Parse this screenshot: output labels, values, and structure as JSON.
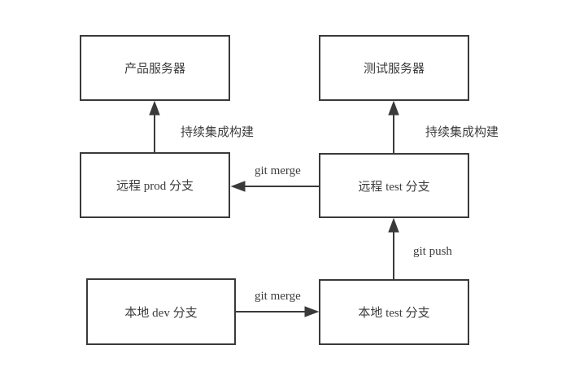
{
  "diagram": {
    "background_color": "#ffffff",
    "stroke_color": "#3a3a3a",
    "text_color": "#3d3d3d",
    "nodes": [
      {
        "id": "prod-server",
        "label": "产品服务器"
      },
      {
        "id": "test-server",
        "label": "测试服务器"
      },
      {
        "id": "remote-prod-branch",
        "label": "远程 prod 分支"
      },
      {
        "id": "remote-test-branch",
        "label": "远程 test 分支"
      },
      {
        "id": "local-dev-branch",
        "label": "本地 dev 分支"
      },
      {
        "id": "local-test-branch",
        "label": "本地 test 分支"
      }
    ],
    "edges": [
      {
        "from": "remote-prod-branch",
        "to": "prod-server",
        "label": "持续集成构建",
        "direction": "up"
      },
      {
        "from": "remote-test-branch",
        "to": "test-server",
        "label": "持续集成构建",
        "direction": "up"
      },
      {
        "from": "remote-test-branch",
        "to": "remote-prod-branch",
        "label": "git merge",
        "direction": "left"
      },
      {
        "from": "local-test-branch",
        "to": "remote-test-branch",
        "label": "git push",
        "direction": "up"
      },
      {
        "from": "local-dev-branch",
        "to": "local-test-branch",
        "label": "git merge",
        "direction": "right"
      }
    ]
  }
}
